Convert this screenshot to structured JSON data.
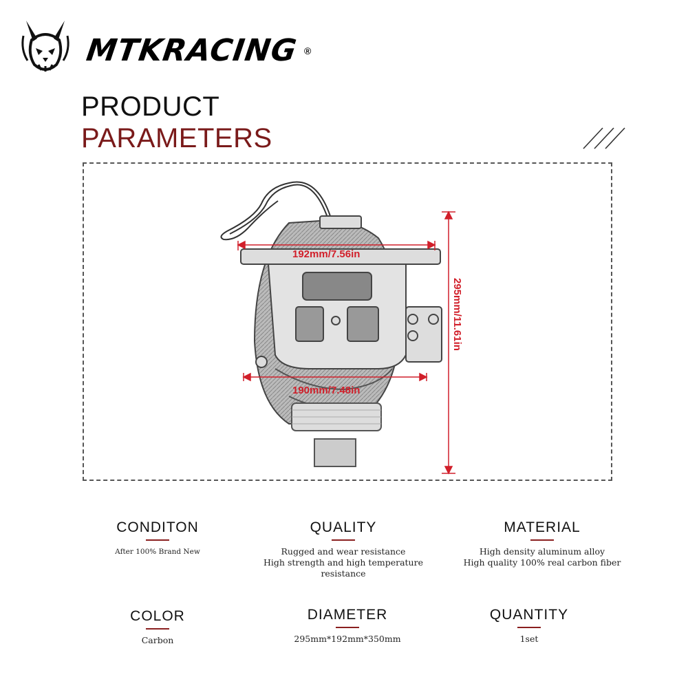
{
  "brand": {
    "name": "MTKRACING",
    "registered": "®"
  },
  "heading": {
    "line1": "PRODUCT",
    "line2": "PARAMETERS"
  },
  "dimensions": {
    "width_top": "192mm/7.56in",
    "width_bottom": "190mm/7.48in",
    "height": "295mm/11.61in"
  },
  "specs": {
    "condition": {
      "title": "CONDITON",
      "lines": [
        "After 100% Brand New"
      ]
    },
    "quality": {
      "title": "QUALITY",
      "lines": [
        "Rugged and wear resistance",
        "High strength and high temperature resistance"
      ]
    },
    "material": {
      "title": "MATERIAL",
      "lines": [
        "High density aluminum alloy",
        "High quality 100% real carbon fiber"
      ]
    },
    "color": {
      "title": "COLOR",
      "lines": [
        "Carbon"
      ]
    },
    "diameter": {
      "title": "DIAMETER",
      "lines": [
        "295mm*192mm*350mm"
      ]
    },
    "quantity": {
      "title": "QUANTITY",
      "lines": [
        "1set"
      ]
    }
  },
  "colors": {
    "accent": "#7a1a1a",
    "dimension": "#d11f2a"
  }
}
